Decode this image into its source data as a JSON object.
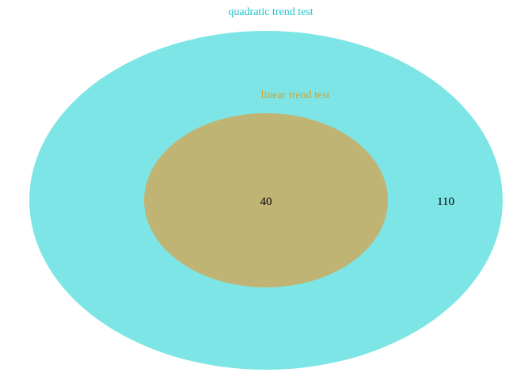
{
  "diagram": {
    "type": "euler-venn",
    "sets": [
      {
        "id": "quadratic",
        "name": "quadratic trend test",
        "color": "#7DE5E5",
        "label_color": "#1FC3CC"
      },
      {
        "id": "linear",
        "name": "linear trend test",
        "color": "#C0B474",
        "label_color": "#D4A12E",
        "contained_in": "quadratic"
      }
    ],
    "regions": [
      {
        "id": "linear_and_quadratic",
        "count": "40"
      },
      {
        "id": "quadratic_only",
        "count": "110"
      }
    ]
  }
}
